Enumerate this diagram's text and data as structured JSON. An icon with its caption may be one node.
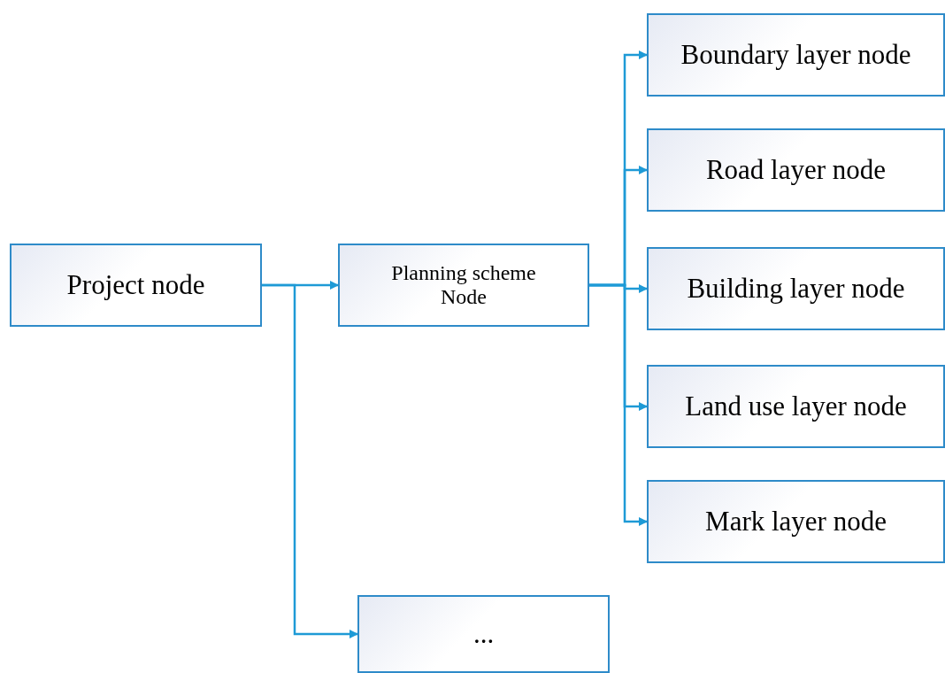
{
  "diagram": {
    "nodes": [
      {
        "text": [
          "Project node"
        ]
      },
      {
        "text": [
          "Planning scheme Node"
        ]
      },
      {
        "text": [
          "Boundary layer node"
        ]
      },
      {
        "text": [
          "Road layer node"
        ]
      },
      {
        "text": [
          "Building layer node"
        ]
      },
      {
        "text": [
          "Land use layer node"
        ]
      },
      {
        "text": [
          "Mark layer node"
        ]
      },
      {
        "text": [
          "..."
        ]
      }
    ],
    "edges": [
      {
        "from": 0,
        "to": 1,
        "arrow": "to"
      },
      {
        "from": 0,
        "to": 7,
        "arrow": "to"
      },
      {
        "from": 1,
        "to": 2,
        "arrow": "to"
      },
      {
        "from": 1,
        "to": 3,
        "arrow": "to"
      },
      {
        "from": 1,
        "to": 4,
        "arrow": "to"
      },
      {
        "from": 1,
        "to": 5,
        "arrow": "to"
      },
      {
        "from": 1,
        "to": 6,
        "arrow": "to"
      }
    ]
  }
}
